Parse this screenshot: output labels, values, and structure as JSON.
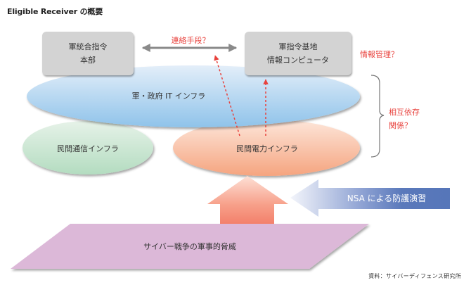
{
  "title": "Eligible Receiver の概要",
  "nodes": {
    "hq": {
      "line1": "軍統合指令",
      "line2": "本部"
    },
    "base": {
      "line1": "軍指令基地",
      "line2": "情報コンピュータ"
    },
    "gov_it": {
      "label": "軍・政府 IT インフラ"
    },
    "telecom": {
      "label": "民間通信インフラ"
    },
    "power": {
      "label": "民間電力インフラ"
    },
    "nsa": {
      "label": "NSA による防護演習"
    },
    "threat": {
      "label": "サイバー戦争の軍事的脅威"
    }
  },
  "annotations": {
    "communication": "連絡手段？",
    "info_management": "情報管理？",
    "interdependence_line1": "相互依存",
    "interdependence_line2": "関係？"
  },
  "source": "資料：サイバーディフェンス研究所",
  "colors": {
    "box_gray": "#d3d3d3",
    "gov_blue_top": "#e3eef9",
    "gov_blue_bottom": "#8fc3ea",
    "telecom_green_top": "#e6f2e8",
    "telecom_green_bottom": "#b3dcc0",
    "power_orange_top": "#fde6da",
    "power_orange_bottom": "#f5a47f",
    "threat_pink": "#dcb8d8",
    "up_arrow": "#f38a73",
    "nsa_blue": "#5676b9",
    "annotation_red": "#e8413c",
    "connector_gray": "#8a8a8a"
  }
}
